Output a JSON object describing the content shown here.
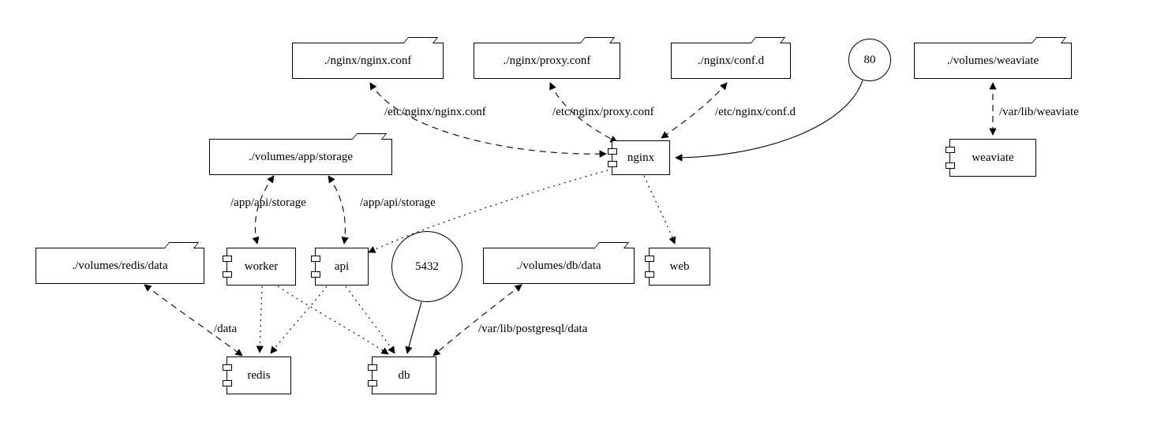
{
  "diagram": {
    "colors": {
      "background": "#ffffff",
      "stroke": "#000000",
      "node_fill": "#ffffff"
    },
    "nodes": {
      "nginx_conf": {
        "label": "./nginx/nginx.conf",
        "type": "folder"
      },
      "proxy_conf": {
        "label": "./nginx/proxy.conf",
        "type": "folder"
      },
      "conf_d": {
        "label": "./nginx/conf.d",
        "type": "folder"
      },
      "port_80": {
        "label": "80",
        "type": "port"
      },
      "volumes_weaviate": {
        "label": "./volumes/weaviate",
        "type": "folder"
      },
      "volumes_app_storage": {
        "label": "./volumes/app/storage",
        "type": "folder"
      },
      "nginx": {
        "label": "nginx",
        "type": "component"
      },
      "weaviate": {
        "label": "weaviate",
        "type": "component"
      },
      "volumes_redis_data": {
        "label": "./volumes/redis/data",
        "type": "folder"
      },
      "worker": {
        "label": "worker",
        "type": "component"
      },
      "api": {
        "label": "api",
        "type": "component"
      },
      "port_5432": {
        "label": "5432",
        "type": "port"
      },
      "volumes_db_data": {
        "label": "./volumes/db/data",
        "type": "folder"
      },
      "web": {
        "label": "web",
        "type": "component"
      },
      "redis": {
        "label": "redis",
        "type": "component"
      },
      "db": {
        "label": "db",
        "type": "component"
      }
    },
    "edges": [
      {
        "from": "./nginx/nginx.conf",
        "to": "nginx",
        "style": "dashed",
        "direction": "both",
        "label": "/etc/nginx/nginx.conf"
      },
      {
        "from": "./nginx/proxy.conf",
        "to": "nginx",
        "style": "dashed",
        "direction": "both",
        "label": "/etc/nginx/proxy.conf"
      },
      {
        "from": "./nginx/conf.d",
        "to": "nginx",
        "style": "dashed",
        "direction": "both",
        "label": "/etc/nginx/conf.d"
      },
      {
        "from": "80",
        "to": "nginx",
        "style": "solid",
        "direction": "forward",
        "label": ""
      },
      {
        "from": "./volumes/weaviate",
        "to": "weaviate",
        "style": "dashed",
        "direction": "both",
        "label": "/var/lib/weaviate"
      },
      {
        "from": "./volumes/app/storage",
        "to": "worker",
        "style": "dashed",
        "direction": "both",
        "label": "/app/api/storage"
      },
      {
        "from": "./volumes/app/storage",
        "to": "api",
        "style": "dashed",
        "direction": "both",
        "label": "/app/api/storage"
      },
      {
        "from": "nginx",
        "to": "api",
        "style": "dotted",
        "direction": "forward",
        "label": ""
      },
      {
        "from": "nginx",
        "to": "web",
        "style": "dotted",
        "direction": "forward",
        "label": ""
      },
      {
        "from": "worker",
        "to": "redis",
        "style": "dotted",
        "direction": "forward",
        "label": ""
      },
      {
        "from": "worker",
        "to": "db",
        "style": "dotted",
        "direction": "forward",
        "label": ""
      },
      {
        "from": "api",
        "to": "redis",
        "style": "dotted",
        "direction": "forward",
        "label": ""
      },
      {
        "from": "api",
        "to": "db",
        "style": "dotted",
        "direction": "forward",
        "label": ""
      },
      {
        "from": "./volumes/redis/data",
        "to": "redis",
        "style": "dashed",
        "direction": "both",
        "label": "/data"
      },
      {
        "from": "./volumes/db/data",
        "to": "db",
        "style": "dashed",
        "direction": "both",
        "label": "/var/lib/postgresql/data"
      },
      {
        "from": "5432",
        "to": "db",
        "style": "solid",
        "direction": "forward",
        "label": ""
      }
    ]
  }
}
